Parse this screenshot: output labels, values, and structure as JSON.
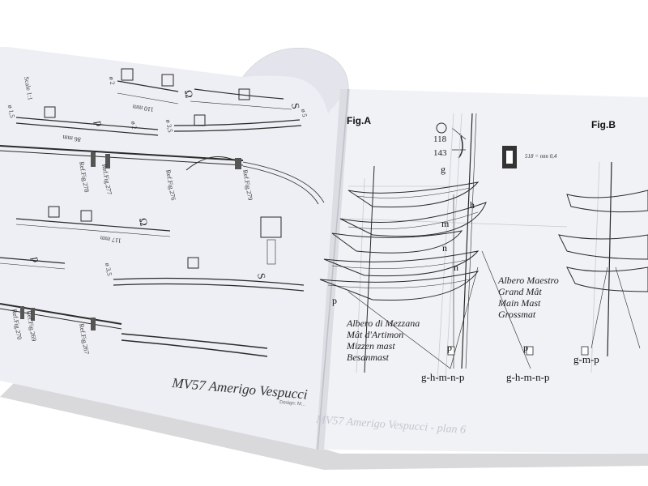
{
  "left_page": {
    "title": "MV57 Amerigo Vespucci",
    "scale": "Scale 1:1",
    "ref_labels": [
      "Ref.Fig.278",
      "Ref.Fig.277",
      "Ref.Fig.276",
      "Ref.Fig.279",
      "Ref.Fig.270",
      "Ref.Fig.269",
      "Ref.Fig.267"
    ],
    "part_letters": {
      "p": "p",
      "omega": "Ω",
      "s": "S"
    },
    "dimensions": {
      "d110": "110 mm",
      "d86": "86 mm",
      "d117": "117 mm",
      "d2": "ø 2",
      "d35": "ø 3,5",
      "d5": "ø 5",
      "d15": "ø 1,5"
    },
    "designer_note": "Design: M..."
  },
  "right_page": {
    "fig_a": "Fig.A",
    "fig_b": "Fig.B",
    "inset_numbers": [
      "118",
      "143"
    ],
    "inset_note": "518 = mm 0,4",
    "letters": [
      "g",
      "h",
      "m",
      "n",
      "n",
      "p",
      "p",
      "p"
    ],
    "main_mast": [
      "Albero Maestro",
      "Grand Mât",
      "Main Mast",
      "Grossmat"
    ],
    "mizzen_mast": [
      "Albero di Mezzana",
      "Mât d'Artimon",
      "Mizzen mast",
      "Besanmast"
    ],
    "ground_labels": [
      "g-h-m-n-p",
      "g-h-m-n-p",
      "g-m-p"
    ],
    "footer_ghost": "MV57 Amerigo Vespucci - plan 6"
  }
}
